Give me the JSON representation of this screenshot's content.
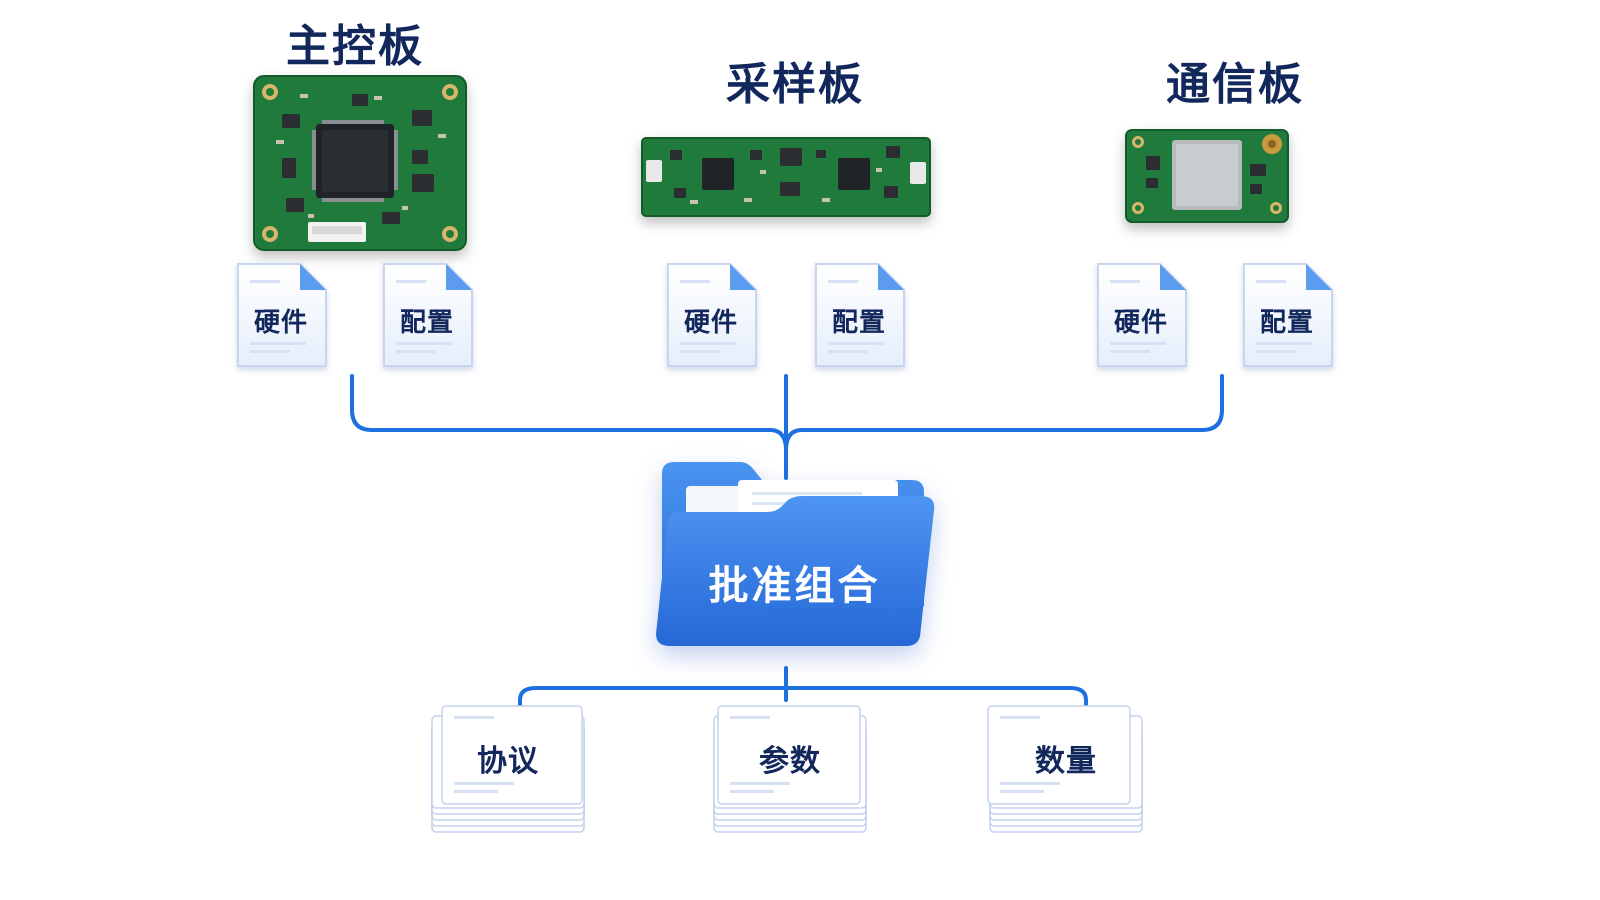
{
  "boards": [
    {
      "title": "主控板",
      "files": [
        "硬件",
        "配置"
      ]
    },
    {
      "title": "采样板",
      "files": [
        "硬件",
        "配置"
      ]
    },
    {
      "title": "通信板",
      "files": [
        "硬件",
        "配置"
      ]
    }
  ],
  "folder": {
    "label": "批准组合"
  },
  "outputs": [
    "协议",
    "参数",
    "数量"
  ],
  "colors": {
    "connector": "#1e6fe0",
    "folder": "#2a78e4",
    "pcb": "#1f7a3c",
    "title": "#12275c"
  }
}
